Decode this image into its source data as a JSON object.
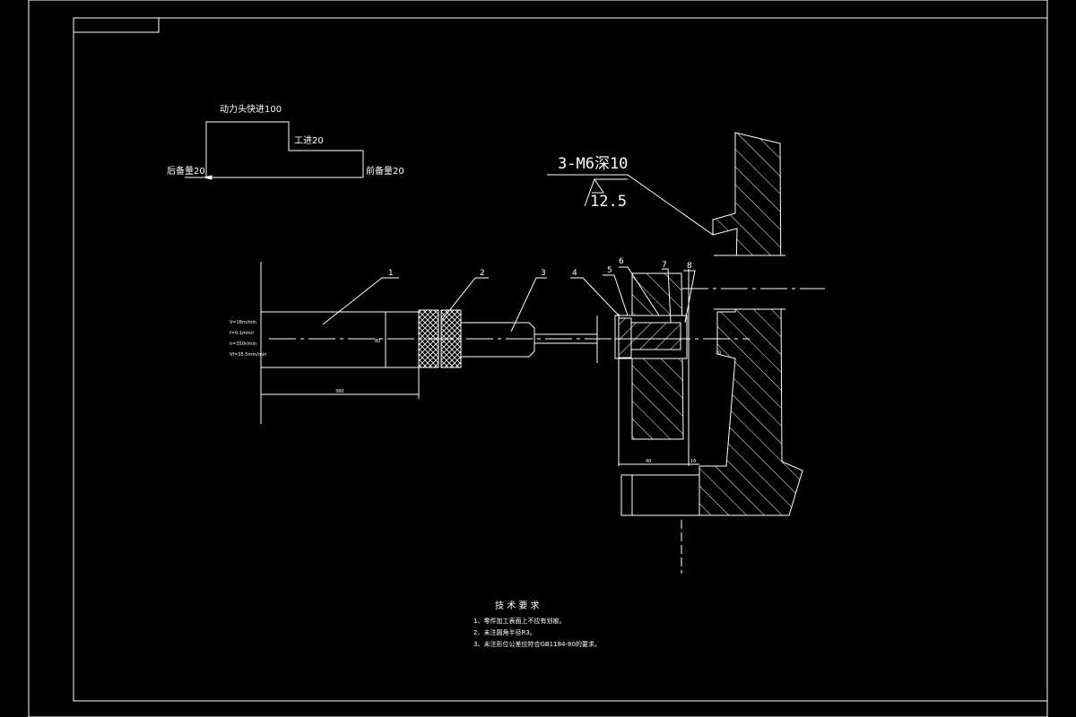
{
  "cycle_diagram": {
    "rapid_label": "动力头快进100",
    "work_label": "工进20",
    "back_label": "后备量20",
    "front_label": "前备量20"
  },
  "callout": {
    "thread_label": "3-M6深10",
    "roughness_label": "12.5"
  },
  "part_numbers": [
    "1",
    "2",
    "3",
    "4",
    "5",
    "6",
    "7",
    "8"
  ],
  "spindle_params": [
    "V=18m/min",
    "f=0.1mm/r",
    "n=350r/min",
    "Vf=35.5mm/min"
  ],
  "dimensions": {
    "spindle_length": "380",
    "spindle_dia": "80",
    "plate_dim": "40",
    "small_dim": "10",
    "right_dim": "20"
  },
  "tech_requirements": {
    "title": "技 术 要 求",
    "items": [
      "1、零件加工表面上不应有划痕。",
      "2、未注圆角半径R3。",
      "3、未注形位公差应符合GB1184-80的要求。"
    ]
  },
  "colors": {
    "background": "#000000",
    "line": "#ffffff"
  }
}
